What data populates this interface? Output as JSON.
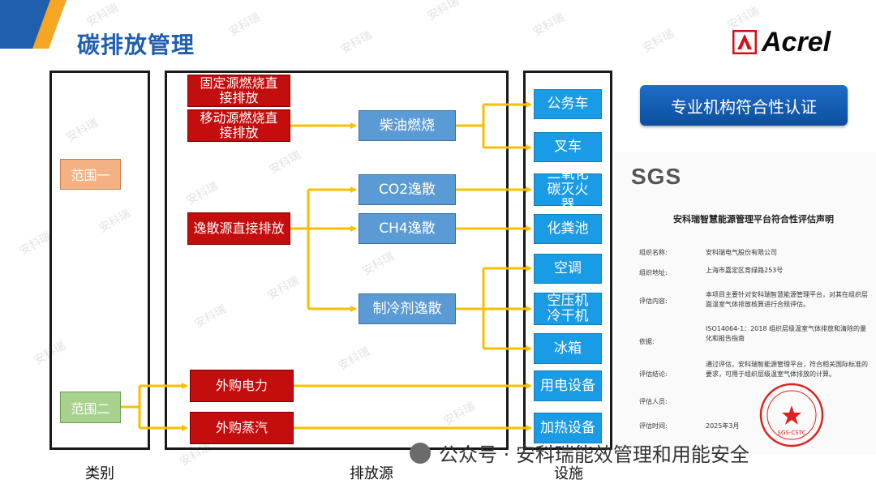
{
  "title": "碳排放管理",
  "logo": {
    "text": "Acrel"
  },
  "watermark": "安科瑞",
  "columns": {
    "category": "类别",
    "source": "排放源",
    "facility": "设施"
  },
  "scopes": {
    "scope1": "范围一",
    "scope2": "范围二"
  },
  "direct_sources": {
    "fixed": "固定源燃烧直接排放",
    "mobile": "移动源燃烧直接排放",
    "fugitive": "逸散源直接排放",
    "power": "外购电力",
    "steam": "外购蒸汽"
  },
  "intermediate": {
    "diesel": "柴油燃烧",
    "co2": "CO2逸散",
    "ch4": "CH4逸散",
    "refrigerant": "制冷剂逸散"
  },
  "facilities": {
    "car": "公务车",
    "forklift": "叉车",
    "extinguisher": "二氧化碳灭火器",
    "septic": "化粪池",
    "ac": "空调",
    "compressor": "空压机冷干机",
    "fridge": "冰箱",
    "power_equip": "用电设备",
    "heat_equip": "加热设备"
  },
  "cert_button": "专业机构符合性认证",
  "certificate": {
    "sgs": "SGS",
    "heading": "安科瑞智慧能源管理平台符合性评估声明",
    "rows": [
      {
        "label": "组织名称:",
        "value": "安科瑞电气股份有限公司"
      },
      {
        "label": "组织地址:",
        "value": "上海市嘉定区育绿路253号"
      },
      {
        "label": "评估内容:",
        "value": "本项目主要针对安科瑞智慧能源管理平台，对其在组织层面温室气体排放核算进行合规评估。"
      },
      {
        "label": "依据:",
        "value": "ISO14064-1：2018 组织层级温室气体排放和清除的量化和报告指南"
      },
      {
        "label": "评估结论:",
        "value": "通过评估，安科瑞智能源管理平台，符合相关国际标准的要求，可用于组织层级温室气体排放的计算。"
      },
      {
        "label": "评估人员:",
        "value": ""
      },
      {
        "label": "评估时间:",
        "value": "2025年3月"
      }
    ],
    "stamp": "SGS-CSTC"
  },
  "footer": "公众号 · 安科瑞能效管理和用能安全",
  "colors": {
    "arrow": "#f5c000",
    "red": "#c40d0d",
    "blue": "#5b9bd5",
    "facility": "#1a9be6",
    "title": "#1f5fae"
  }
}
